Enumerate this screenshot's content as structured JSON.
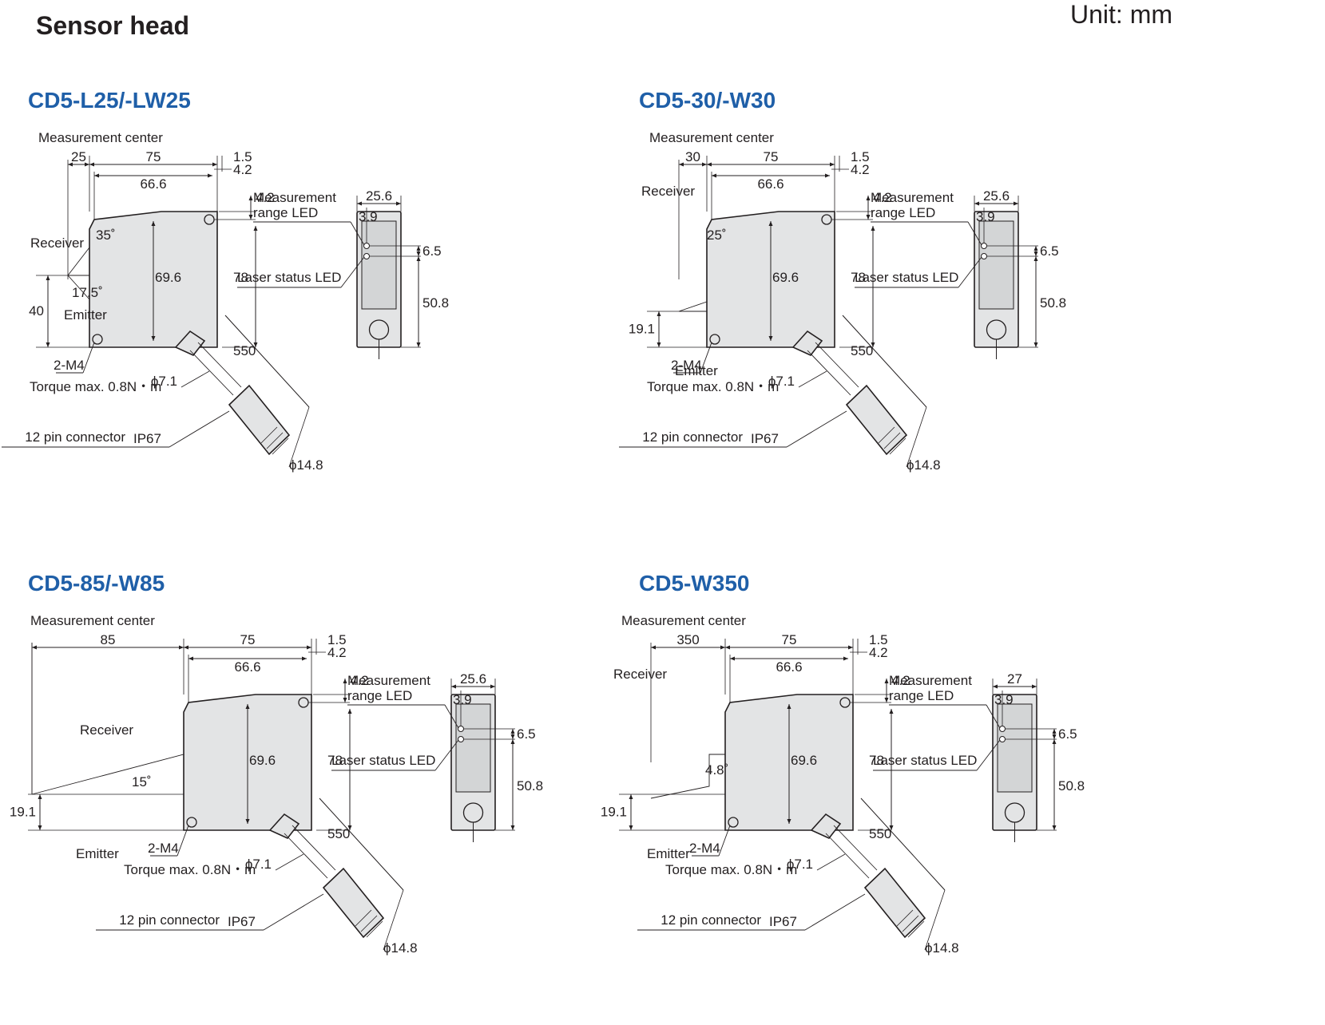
{
  "title": "Sensor head",
  "unit": "Unit: mm",
  "panels": [
    {
      "model": "CD5-L25/-LW25",
      "variant": "angled",
      "labels": {
        "measurement_center": "Measurement center",
        "receiver": "Receiver",
        "emitter": "Emitter",
        "mount": "2-M4",
        "torque": "Torque max. 0.8N・m",
        "connector": "12 pin connector",
        "ip": "IP67",
        "meas_led": [
          "Measurement",
          "range LED"
        ],
        "laser_led": "Laser status LED"
      },
      "dims": {
        "front_offset": "25",
        "length": "75",
        "edge": "1.5",
        "hole_x": "4.2",
        "hole_span": "66.6",
        "hole_y": "4.2",
        "height": "78",
        "inner_height": "69.6",
        "angle_a": "35˚",
        "angle_b": "17.5˚",
        "base_height": "40",
        "cable_length": "550",
        "cable_dia": "ϕ7.1",
        "connector_dia": "ϕ14.8",
        "front_width": "25.6",
        "led_offset": "3.9",
        "led_pitch": "6.5",
        "front_height": "50.8"
      }
    },
    {
      "model": "CD5-30/-W30",
      "variant": "angled",
      "labels": {
        "measurement_center": "Measurement center",
        "receiver": "Receiver",
        "emitter": "Emitter",
        "mount": "2-M4",
        "torque": "Torque max. 0.8N・m",
        "connector": "12 pin connector",
        "ip": "IP67",
        "meas_led": [
          "Measurement",
          "range LED"
        ],
        "laser_led": "Laser status LED"
      },
      "dims": {
        "front_offset": "30",
        "length": "75",
        "edge": "1.5",
        "hole_x": "4.2",
        "hole_span": "66.6",
        "hole_y": "4.2",
        "height": "78",
        "inner_height": "69.6",
        "angle_a": "25˚",
        "base_height": "19.1",
        "cable_length": "550",
        "cable_dia": "ϕ7.1",
        "connector_dia": "ϕ14.8",
        "front_width": "25.6",
        "led_offset": "3.9",
        "led_pitch": "6.5",
        "front_height": "50.8"
      }
    },
    {
      "model": "CD5-85/-W85",
      "variant": "triangle",
      "labels": {
        "measurement_center": "Measurement center",
        "receiver": "Receiver",
        "emitter": "Emitter",
        "mount": "2-M4",
        "torque": "Torque max. 0.8N・m",
        "connector": "12 pin connector",
        "ip": "IP67",
        "meas_led": [
          "Measurement",
          "range LED"
        ],
        "laser_led": "Laser status LED"
      },
      "dims": {
        "front_offset": "85",
        "length": "75",
        "edge": "1.5",
        "hole_x": "4.2",
        "hole_span": "66.6",
        "hole_y": "4.2",
        "height": "78",
        "inner_height": "69.6",
        "angle_a": "15˚",
        "base_height": "19.1",
        "cable_length": "550",
        "cable_dia": "ϕ7.1",
        "connector_dia": "ϕ14.8",
        "front_width": "25.6",
        "led_offset": "3.9",
        "led_pitch": "6.5",
        "front_height": "50.8"
      }
    },
    {
      "model": "CD5-W350",
      "variant": "narrow",
      "labels": {
        "measurement_center": "Measurement center",
        "receiver": "Receiver",
        "emitter": "Emitter",
        "mount": "2-M4",
        "torque": "Torque max. 0.8N・m",
        "connector": "12 pin connector",
        "ip": "IP67",
        "meas_led": [
          "Measurement",
          "range LED"
        ],
        "laser_led": "Laser status LED"
      },
      "dims": {
        "front_offset": "350",
        "length": "75",
        "edge": "1.5",
        "hole_x": "4.2",
        "hole_span": "66.6",
        "hole_y": "4.2",
        "height": "78",
        "inner_height": "69.6",
        "angle_a": "4.8˚",
        "base_height": "19.1",
        "cable_length": "550",
        "cable_dia": "ϕ7.1",
        "connector_dia": "ϕ14.8",
        "front_width": "27",
        "led_offset": "3.9",
        "led_pitch": "6.5",
        "front_height": "50.8"
      }
    }
  ]
}
